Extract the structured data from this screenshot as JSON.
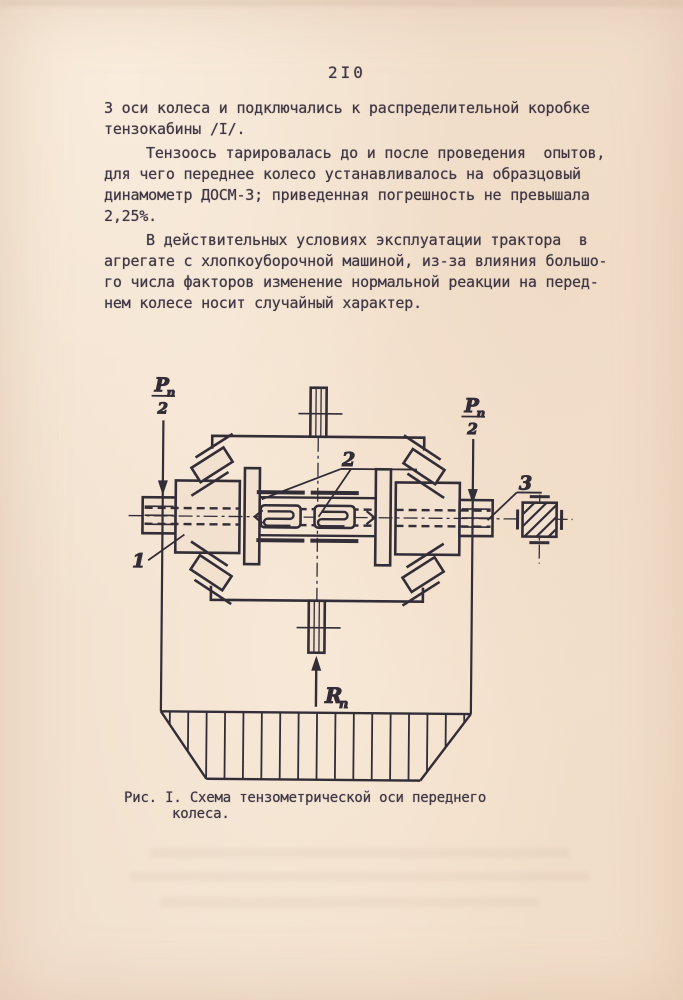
{
  "page_number": "2I0",
  "content": {
    "paragraphs": [
      {
        "lines": [
          "3 оси колеса и подключались к распределительной коробке",
          "тензокабины /I/."
        ]
      },
      {
        "lines": [
          "Тензоось тарировалась до и после проведения  опытов,",
          "для чего переднее колесо устанавливалось на образцовый",
          "динамометр ДОСМ-3; приведенная погрешность не превышала",
          "2,25%."
        ]
      },
      {
        "lines": [
          "В действительных условиях эксплуатации трактора  в",
          "агрегате с хлопкоуборочной машиной, из-за влияния большо-",
          "го числа факторов изменение нормальной реакции на перед-",
          "нем колесе носит случайный характер."
        ]
      }
    ],
    "caption_line1": "Рис. I. Схема тензометрической оси переднего",
    "caption_line2": "колеса."
  },
  "diagram": {
    "force_symbol": "P",
    "force_sub": "n",
    "force_denominator": "2",
    "reaction_symbol": "R",
    "reaction_sub": "n",
    "callout_1": "1",
    "callout_2": "2",
    "callout_3": "3",
    "colors": {
      "ink": "#3f3744",
      "line": "#332d38",
      "paper": "#f2e1cf"
    }
  }
}
